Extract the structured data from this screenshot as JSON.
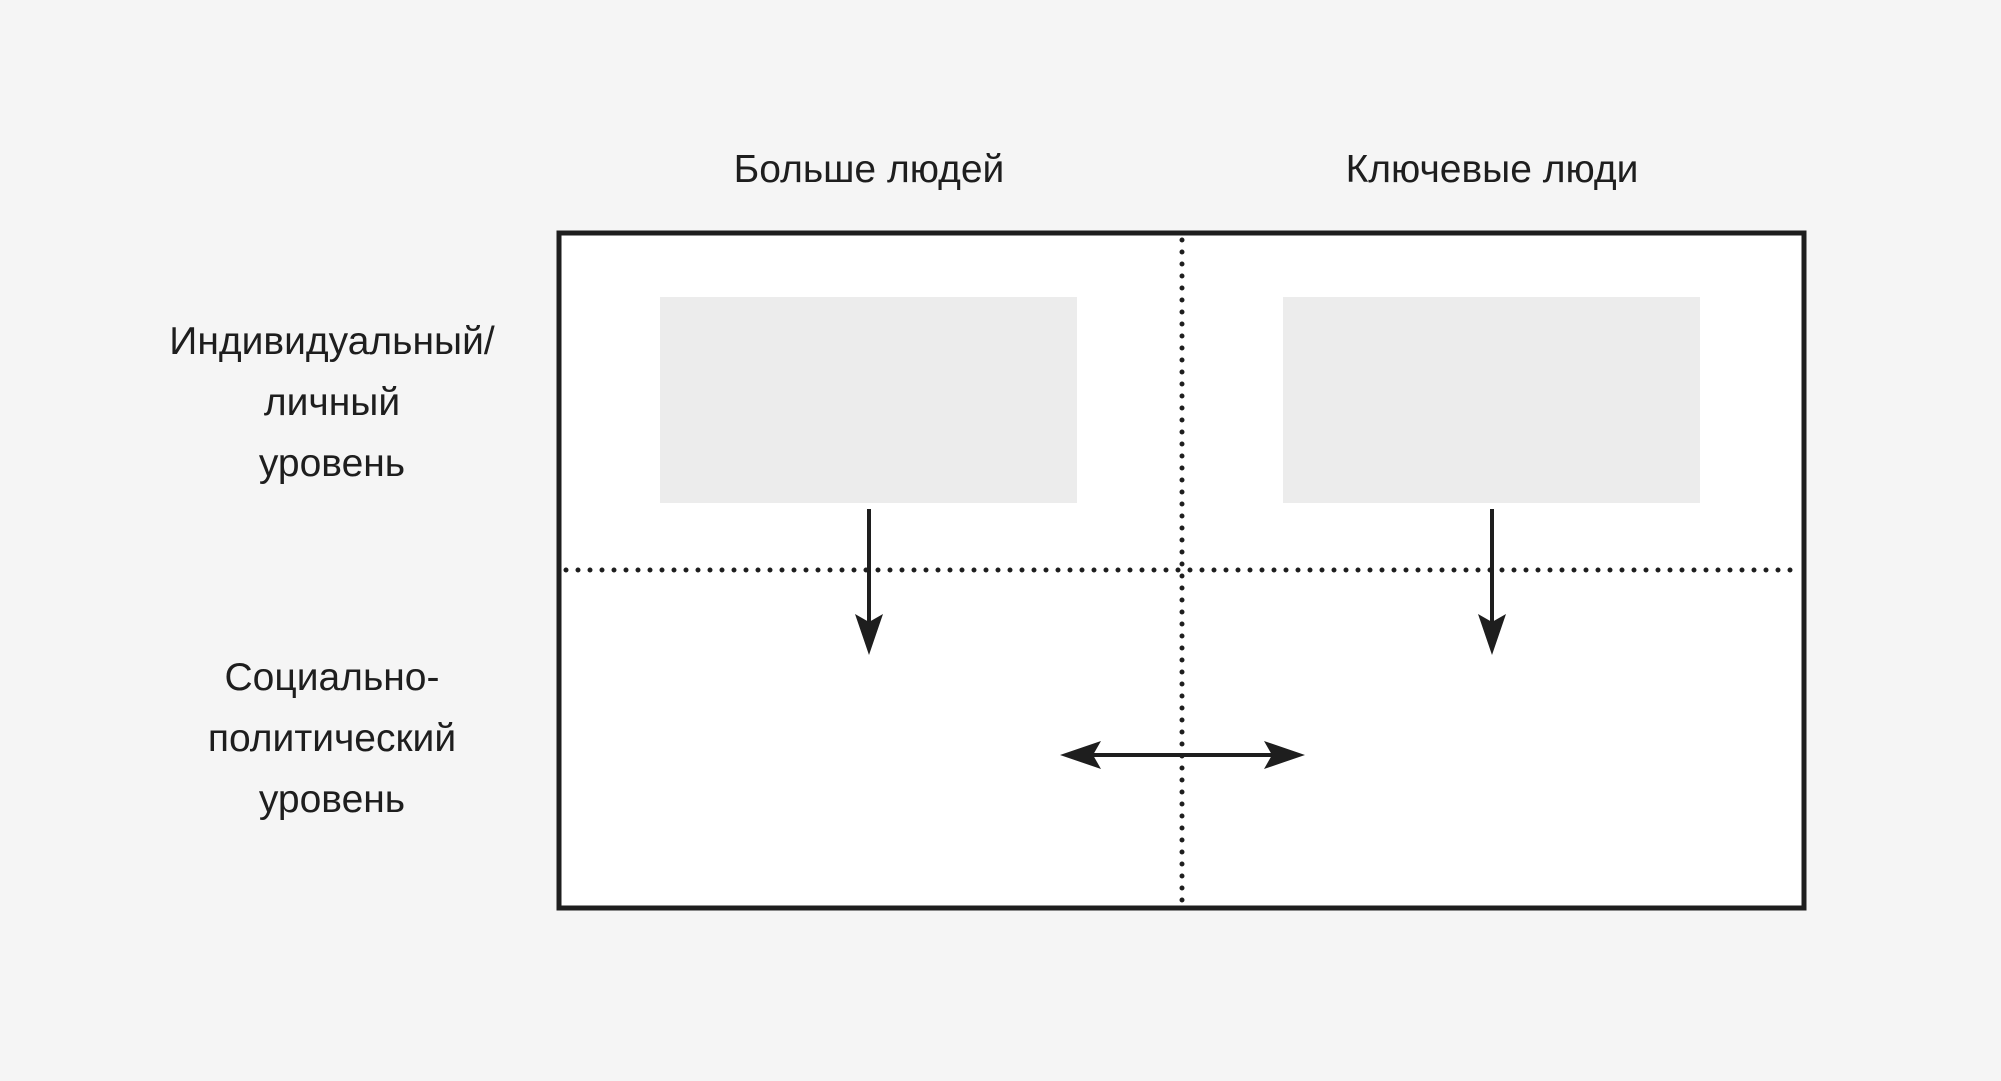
{
  "columns": [
    "Больше людей",
    "Ключевые люди"
  ],
  "rows": [
    [
      "Индивидуальный/",
      "личный",
      "уровень"
    ],
    [
      "Социально-",
      "политический",
      "уровень"
    ]
  ],
  "colors": {
    "background": "#f5f5f5",
    "frame": "#1e1e1e",
    "placeholder": "#ececec"
  }
}
